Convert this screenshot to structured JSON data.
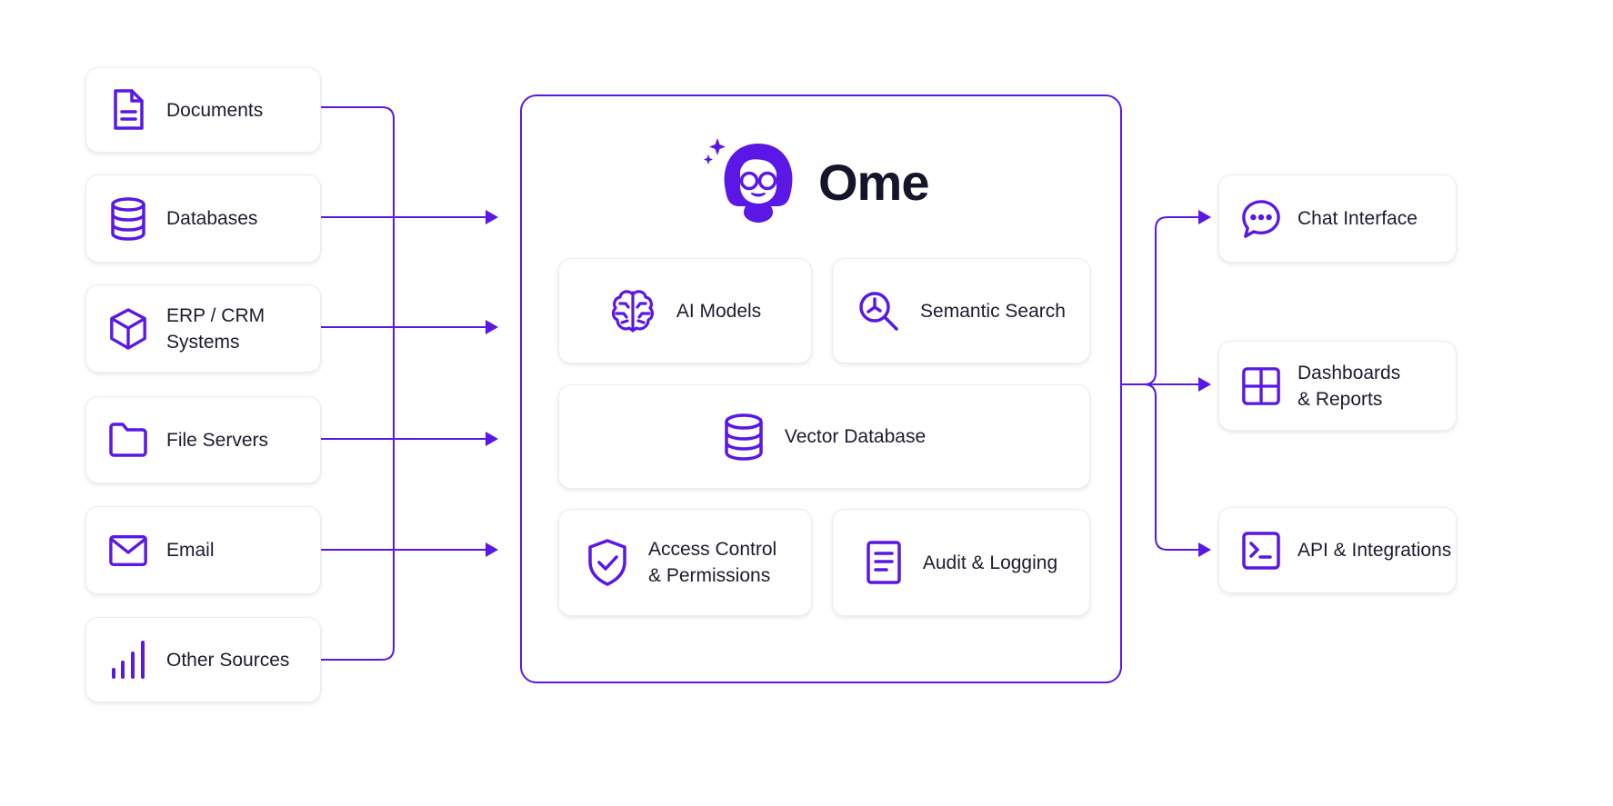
{
  "colors": {
    "accent": "#5a17e6",
    "text": "#1e1b2e",
    "card_border": "#ececf1"
  },
  "brand": {
    "name": "Ome",
    "icon": "ome-avatar-icon"
  },
  "sources": [
    {
      "label": "Documents",
      "icon": "document-icon"
    },
    {
      "label": "Databases",
      "icon": "database-icon"
    },
    {
      "label": "ERP / CRM\nSystems",
      "icon": "cube-icon"
    },
    {
      "label": "File Servers",
      "icon": "folder-icon"
    },
    {
      "label": "Email",
      "icon": "mail-icon"
    },
    {
      "label": "Other Sources",
      "icon": "bar-chart-icon"
    }
  ],
  "core": {
    "ai_models": {
      "label": "AI Models",
      "icon": "brain-icon"
    },
    "semantic_search": {
      "label": "Semantic Search",
      "icon": "search-icon"
    },
    "vector_database": {
      "label": "Vector Database",
      "icon": "database-icon"
    },
    "access_control": {
      "label": "Access Control\n& Permissions",
      "icon": "shield-check-icon"
    },
    "audit_logging": {
      "label": "Audit & Logging",
      "icon": "log-document-icon"
    }
  },
  "outputs": [
    {
      "label": "Chat Interface",
      "icon": "chat-bubble-icon"
    },
    {
      "label": "Dashboards\n& Reports",
      "icon": "dashboard-grid-icon"
    },
    {
      "label": "API & Integrations",
      "icon": "terminal-icon"
    }
  ]
}
